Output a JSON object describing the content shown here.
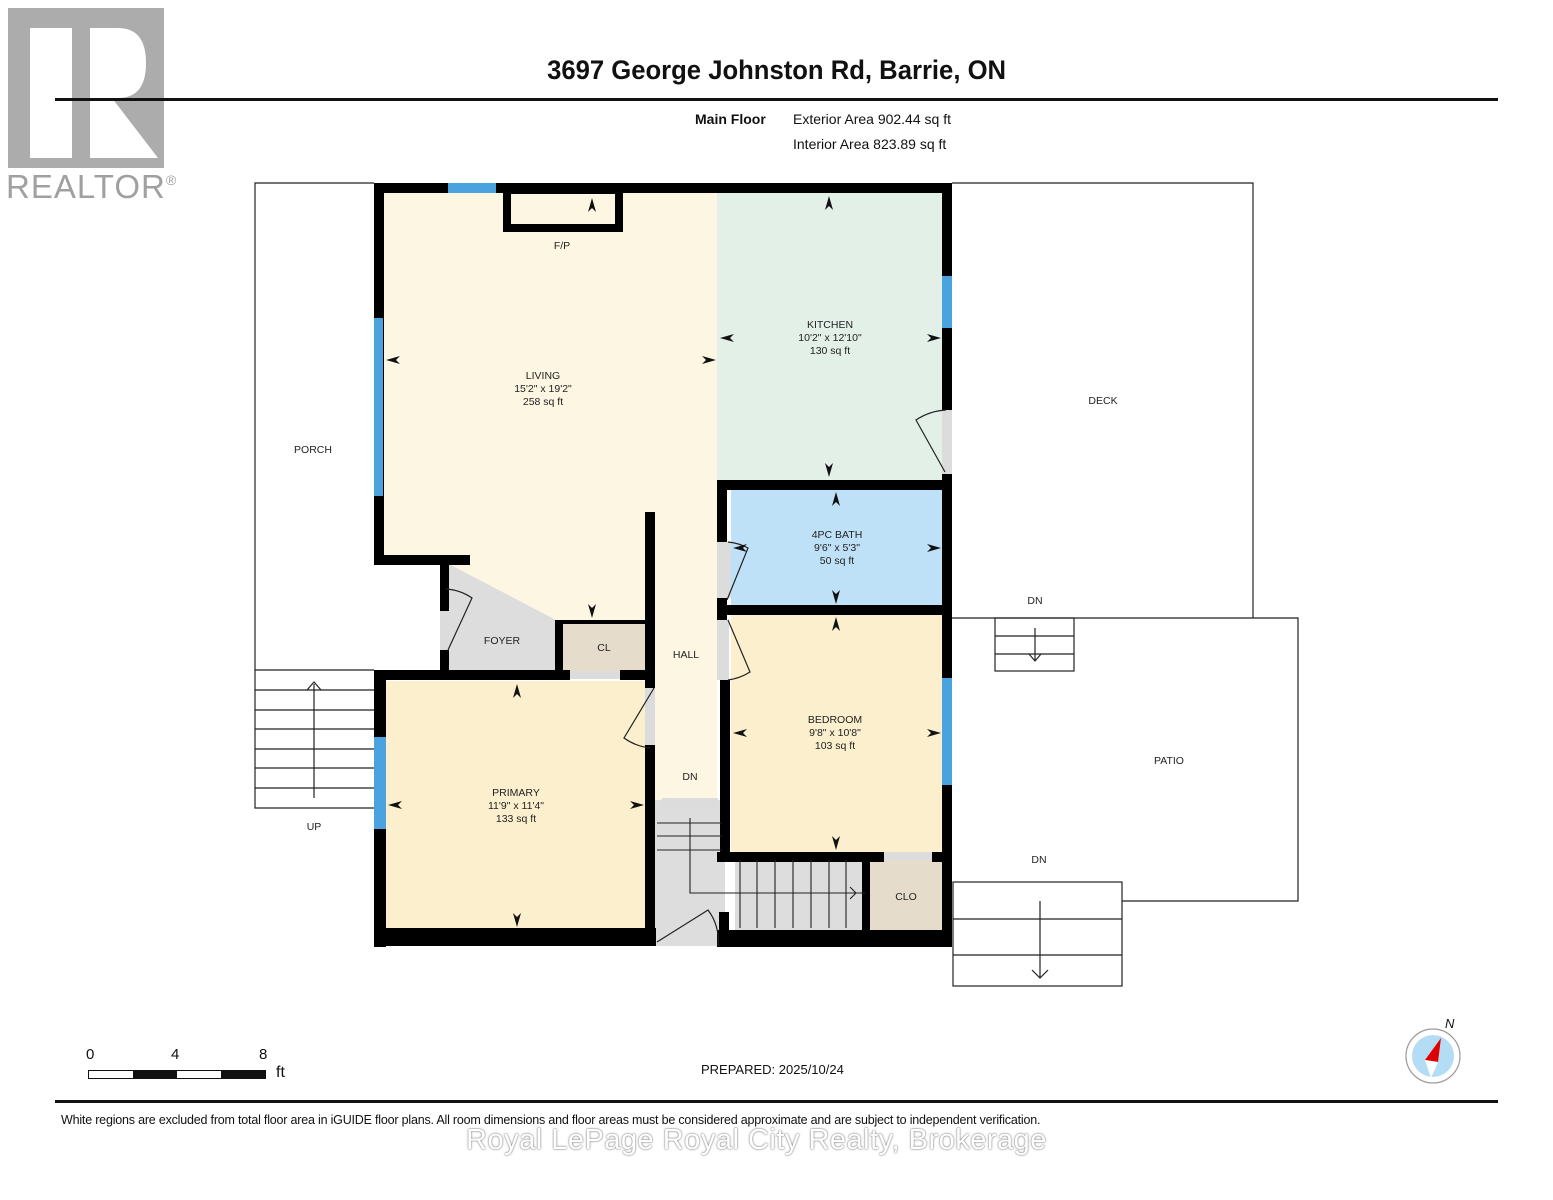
{
  "header": {
    "logo_text": "REALTOR",
    "logo_mark": "®",
    "title": "3697 George Johnston Rd, Barrie, ON",
    "floor_label": "Main Floor",
    "exterior_area": "Exterior Area 902.44 sq ft",
    "interior_area": "Interior Area 823.89 sq ft"
  },
  "rooms": {
    "living": {
      "name": "LIVING",
      "dims": "15'2\" x 19'2\"",
      "area": "258 sq ft",
      "color": "#fdf6e3"
    },
    "fireplace": {
      "name": "F/P"
    },
    "kitchen": {
      "name": "KITCHEN",
      "dims": "10'2\" x 12'10\"",
      "area": "130 sq ft",
      "color": "#e3f0e8"
    },
    "bath": {
      "name": "4PC BATH",
      "dims": "9'6\" x 5'3\"",
      "area": "50 sq ft",
      "color": "#bfe1f7"
    },
    "bedroom": {
      "name": "BEDROOM",
      "dims": "9'8\" x 10'8\"",
      "area": "103 sq ft",
      "color": "#fcefcd"
    },
    "primary": {
      "name": "PRIMARY",
      "dims": "11'9\" x 11'4\"",
      "area": "133 sq ft",
      "color": "#fcefcd"
    },
    "foyer": {
      "name": "FOYER",
      "color": "#dddddd"
    },
    "closet": {
      "name": "CL",
      "color": "#e6dccb"
    },
    "closet2": {
      "name": "CLO",
      "color": "#e6dccb"
    },
    "hall": {
      "name": "HALL",
      "color": "#fdf6e3"
    },
    "hall_dn": {
      "name": "DN"
    }
  },
  "exterior": {
    "porch": "PORCH",
    "porch_stairs": "UP",
    "deck": "DECK",
    "deck_stairs": "DN",
    "patio": "PATIO",
    "patio_stairs": "DN"
  },
  "colors": {
    "wall": "#000000",
    "window": "#4aa3df",
    "door_opening": "#dcdcdc"
  },
  "footer": {
    "scale_labels": [
      "0",
      "4",
      "8"
    ],
    "scale_unit": "ft",
    "prepared": "PREPARED: 2025/10/24",
    "compass_label": "N",
    "disclaimer": "White regions are excluded from total floor area in iGUIDE floor plans. All room dimensions and floor areas must be considered approximate and are subject to independent verification.",
    "brokerage": "Royal LePage Royal City Realty, Brokerage"
  }
}
